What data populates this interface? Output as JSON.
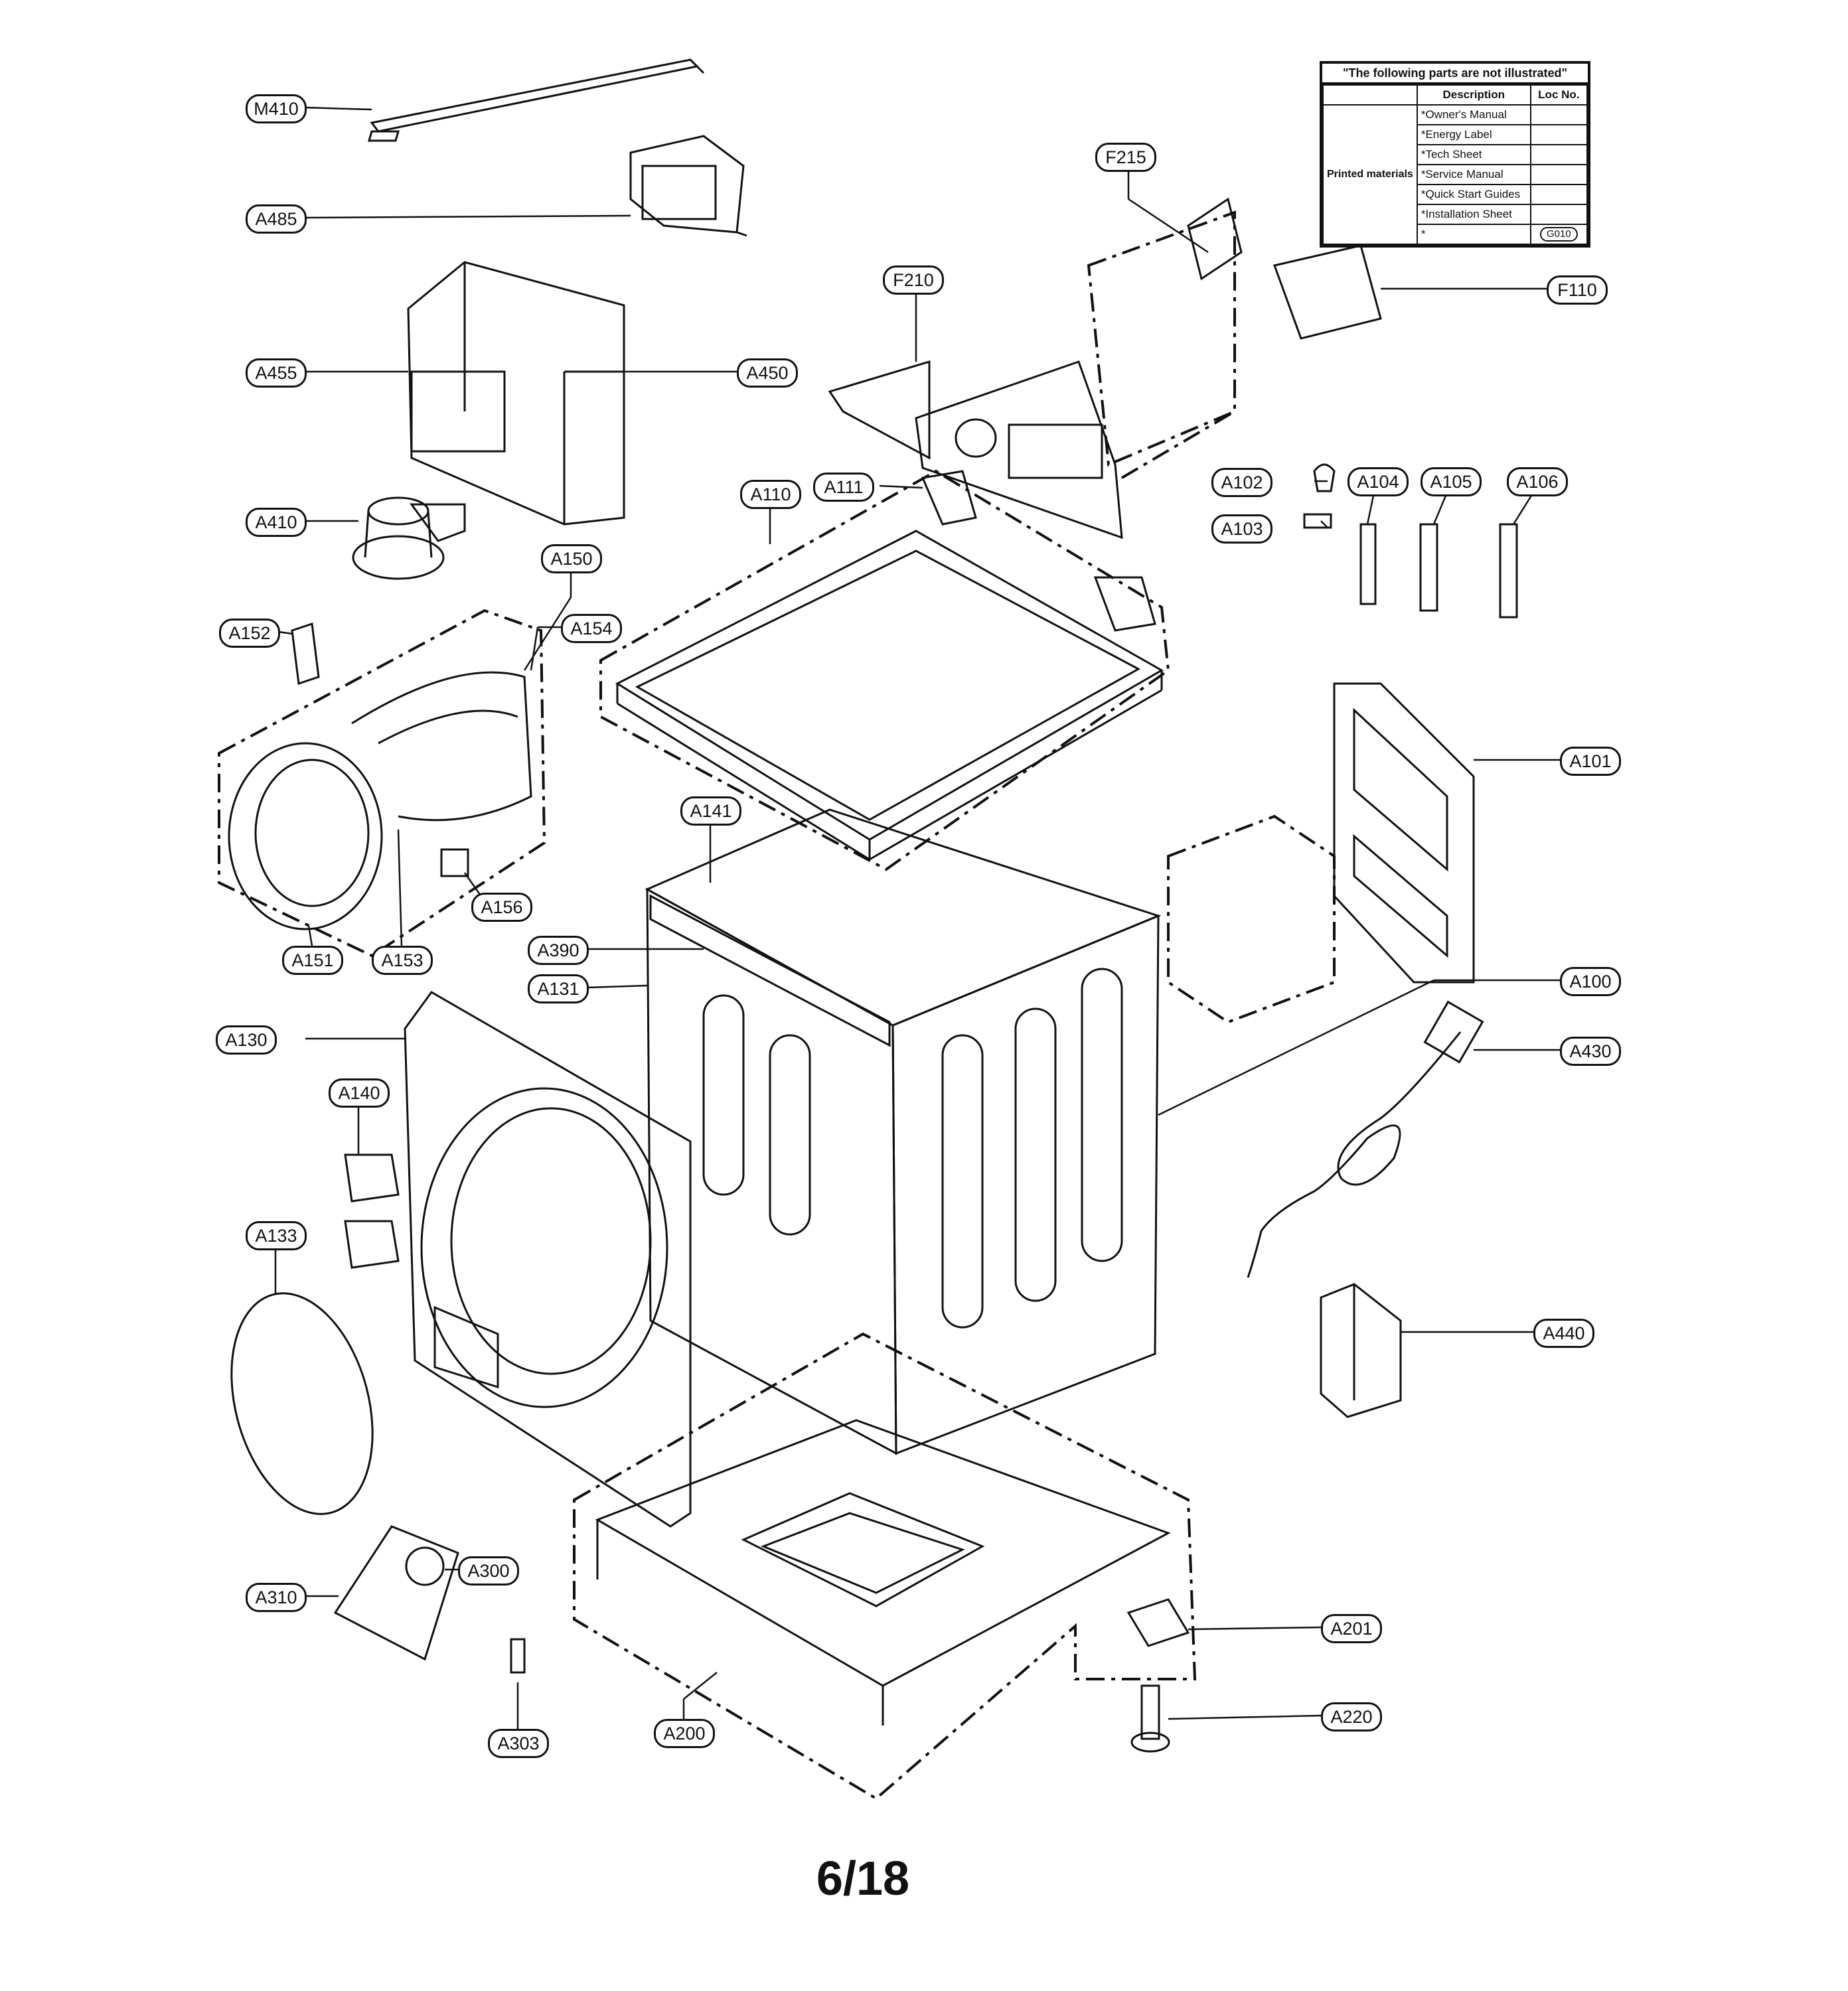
{
  "callouts": {
    "M410": "M410",
    "A485": "A485",
    "A455": "A455",
    "A450": "A450",
    "A410": "A410",
    "A150": "A150",
    "A152": "A152",
    "A154": "A154",
    "A156": "A156",
    "A151": "A151",
    "A153": "A153",
    "A130": "A130",
    "A140": "A140",
    "A133": "A133",
    "A310": "A310",
    "A300": "A300",
    "A303": "A303",
    "A200": "A200",
    "A220": "A220",
    "A201": "A201",
    "A440": "A440",
    "A430": "A430",
    "A100": "A100",
    "A101": "A101",
    "A102": "A102",
    "A103": "A103",
    "A104": "A104",
    "A105": "A105",
    "A106": "A106",
    "A110": "A110",
    "A111": "A111",
    "A141": "A141",
    "A390": "A390",
    "A131": "A131",
    "F210": "F210",
    "F215": "F215",
    "F110": "F110"
  },
  "notes_table": {
    "title": "\"The following parts are not illustrated\"",
    "col_description": "Description",
    "col_loc": "Loc No.",
    "group_label": "Printed materials",
    "rows": [
      "*Owner's Manual",
      "*Energy Label",
      "*Tech Sheet",
      "*Service Manual",
      "*Quick Start Guides",
      "*Installation Sheet",
      "*"
    ],
    "last_loc": "G010"
  },
  "page_number": "6/18"
}
